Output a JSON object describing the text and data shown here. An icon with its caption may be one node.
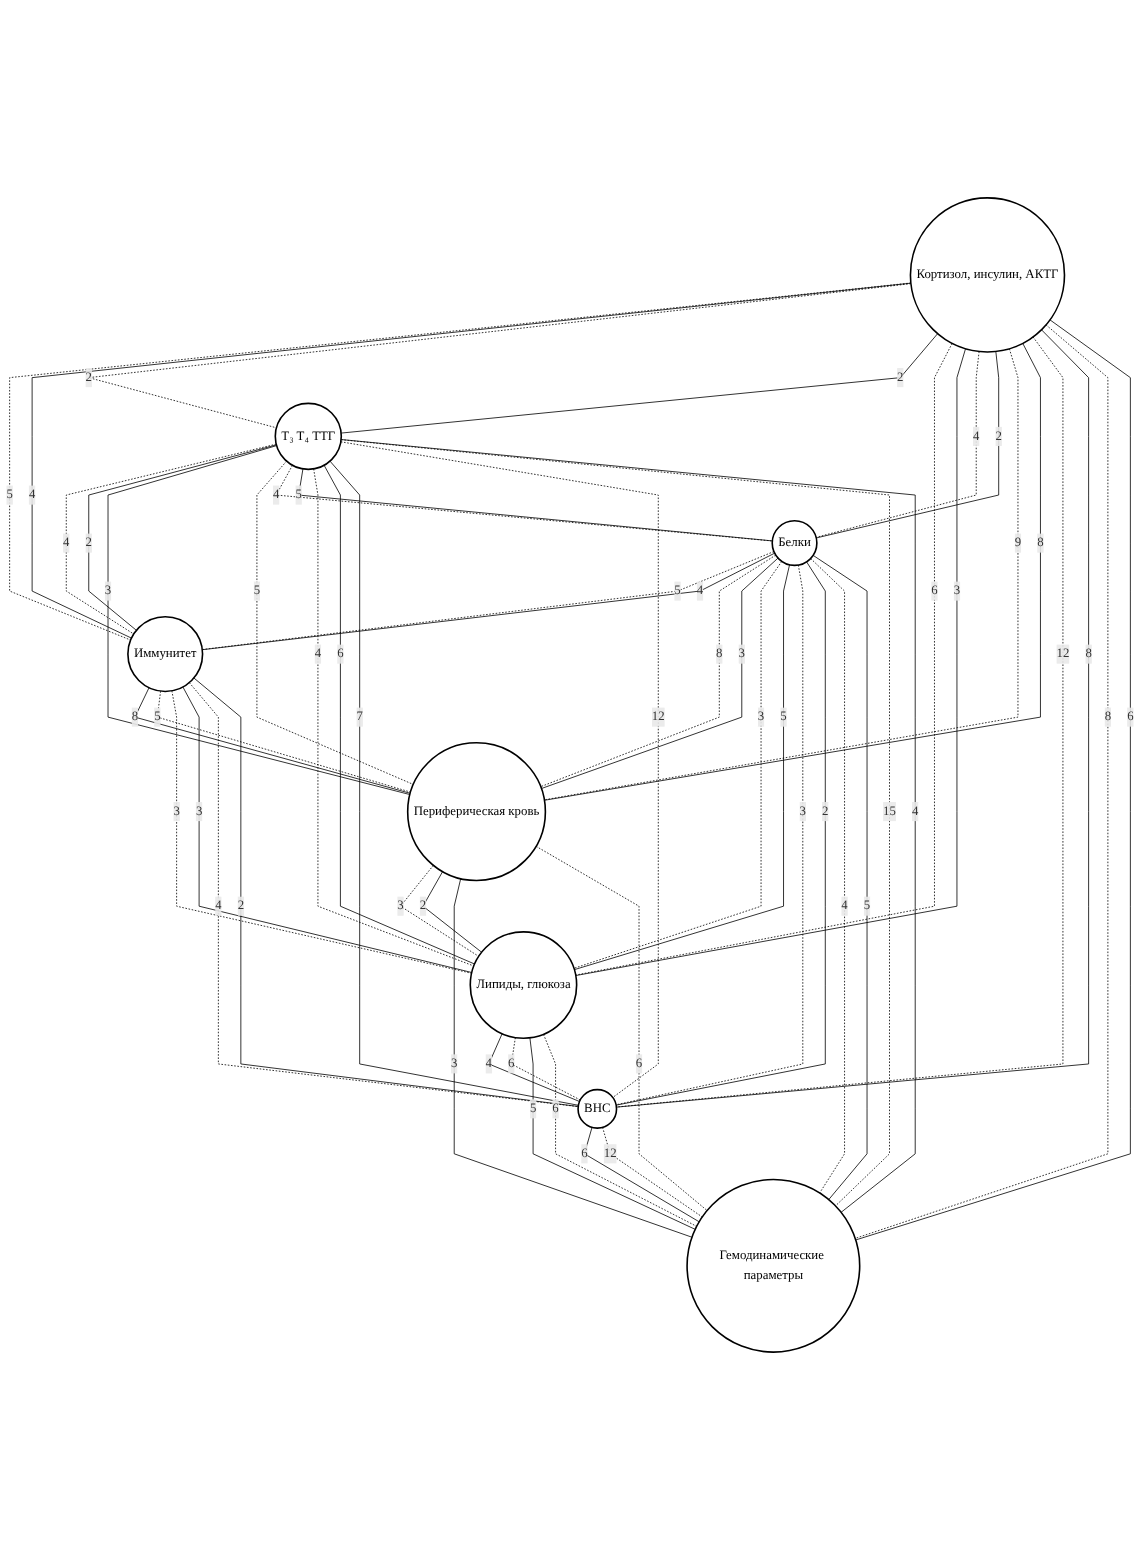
{
  "diagram": {
    "nodes": [
      {
        "text": [
          "Кортизол, инсулин, АКТГ"
        ]
      },
      {
        "text": [
          "T₃ T₄ ТТГ"
        ]
      },
      {
        "text": [
          "Иммунитет"
        ]
      },
      {
        "text": [
          "Белки"
        ]
      },
      {
        "text": [
          "Периферическая кровь"
        ]
      },
      {
        "text": [
          "Липиды, глюкоза"
        ]
      },
      {
        "text": [
          "ВНС"
        ]
      },
      {
        "text": [
          "Гемодинамические параметры"
        ]
      }
    ],
    "edges": [
      {
        "from": 0,
        "to": 2,
        "arrow": "none",
        "label": "5",
        "style": "dashed"
      },
      {
        "from": 0,
        "to": 2,
        "arrow": "none",
        "label": "4"
      },
      {
        "from": 0,
        "to": 1,
        "arrow": "none",
        "label": "2",
        "style": "dashed"
      },
      {
        "from": 0,
        "to": 1,
        "arrow": "none",
        "label": "2"
      },
      {
        "from": 1,
        "to": 2,
        "arrow": "none",
        "label": "4",
        "style": "dashed"
      },
      {
        "from": 1,
        "to": 2,
        "arrow": "none",
        "label": "2"
      },
      {
        "from": 0,
        "to": 5,
        "arrow": "none",
        "label": "6",
        "style": "dashed"
      },
      {
        "from": 0,
        "to": 5,
        "arrow": "none",
        "label": "3"
      },
      {
        "from": 0,
        "to": 3,
        "arrow": "none",
        "label": "4",
        "style": "dashed"
      },
      {
        "from": 0,
        "to": 3,
        "arrow": "none",
        "label": "2"
      },
      {
        "from": 2,
        "to": 4,
        "arrow": "none",
        "label": "8"
      },
      {
        "from": 2,
        "to": 4,
        "arrow": "none",
        "label": "5",
        "style": "dashed"
      },
      {
        "from": 0,
        "to": 4,
        "arrow": "none",
        "label": "9",
        "style": "dashed"
      },
      {
        "from": 0,
        "to": 4,
        "arrow": "none",
        "label": "8"
      },
      {
        "from": 1,
        "to": 4,
        "arrow": "none",
        "label": "3"
      },
      {
        "from": 1,
        "to": 4,
        "arrow": "none",
        "label": "5",
        "style": "dashed"
      },
      {
        "from": 1,
        "to": 3,
        "arrow": "none",
        "label": "4",
        "style": "dashed"
      },
      {
        "from": 1,
        "to": 3,
        "arrow": "none",
        "label": "5"
      },
      {
        "from": 3,
        "to": 2,
        "arrow": "none",
        "label": "5",
        "style": "dashed"
      },
      {
        "from": 3,
        "to": 2,
        "arrow": "none",
        "label": "4"
      },
      {
        "from": 0,
        "to": 6,
        "arrow": "none",
        "label": "12",
        "style": "dashed"
      },
      {
        "from": 0,
        "to": 6,
        "arrow": "none",
        "label": "8"
      },
      {
        "from": 1,
        "to": 5,
        "arrow": "none",
        "label": "4",
        "style": "dashed"
      },
      {
        "from": 1,
        "to": 5,
        "arrow": "none",
        "label": "6"
      },
      {
        "from": 0,
        "to": 7,
        "arrow": "none",
        "label": "8",
        "style": "dashed"
      },
      {
        "from": 0,
        "to": 7,
        "arrow": "none",
        "label": "6"
      },
      {
        "from": 1,
        "to": 6,
        "arrow": "none",
        "label": "7"
      },
      {
        "from": 1,
        "to": 6,
        "arrow": "none",
        "label": "12",
        "style": "dashed"
      },
      {
        "from": 2,
        "to": 5,
        "arrow": "none",
        "label": "3",
        "style": "dashed"
      },
      {
        "from": 2,
        "to": 5,
        "arrow": "none",
        "label": "3"
      },
      {
        "from": 2,
        "to": 6,
        "arrow": "none",
        "label": "4",
        "style": "dashed"
      },
      {
        "from": 2,
        "to": 6,
        "arrow": "none",
        "label": "2"
      },
      {
        "from": 4,
        "to": 5,
        "arrow": "none",
        "label": "3",
        "style": "dashed"
      },
      {
        "from": 4,
        "to": 5,
        "arrow": "none",
        "label": "2"
      },
      {
        "from": 3,
        "to": 4,
        "arrow": "none",
        "label": "8",
        "style": "dashed"
      },
      {
        "from": 3,
        "to": 4,
        "arrow": "none",
        "label": "3"
      },
      {
        "from": 3,
        "to": 5,
        "arrow": "none",
        "label": "3",
        "style": "dashed"
      },
      {
        "from": 3,
        "to": 5,
        "arrow": "none",
        "label": "5"
      },
      {
        "from": 4,
        "to": 7,
        "arrow": "none",
        "label": "3"
      },
      {
        "from": 4,
        "to": 7,
        "arrow": "none",
        "label": "6",
        "style": "dashed"
      },
      {
        "from": 3,
        "to": 6,
        "arrow": "none",
        "label": "3",
        "style": "dashed"
      },
      {
        "from": 3,
        "to": 6,
        "arrow": "none",
        "label": "2"
      },
      {
        "from": 3,
        "to": 7,
        "arrow": "none",
        "label": "4",
        "style": "dashed"
      },
      {
        "from": 3,
        "to": 7,
        "arrow": "none",
        "label": "5"
      },
      {
        "from": 1,
        "to": 7,
        "arrow": "none",
        "label": "15",
        "style": "dashed"
      },
      {
        "from": 1,
        "to": 7,
        "arrow": "none",
        "label": "4"
      },
      {
        "from": 5,
        "to": 6,
        "arrow": "none",
        "label": "4"
      },
      {
        "from": 5,
        "to": 6,
        "arrow": "none",
        "label": "6",
        "style": "dashed"
      },
      {
        "from": 6,
        "to": 7,
        "arrow": "none",
        "label": "6"
      },
      {
        "from": 6,
        "to": 7,
        "arrow": "none",
        "label": "12",
        "style": "dashed"
      },
      {
        "from": 5,
        "to": 7,
        "arrow": "none",
        "label": "5"
      },
      {
        "from": 5,
        "to": 7,
        "arrow": "none",
        "label": "6",
        "style": "dashed"
      }
    ]
  }
}
